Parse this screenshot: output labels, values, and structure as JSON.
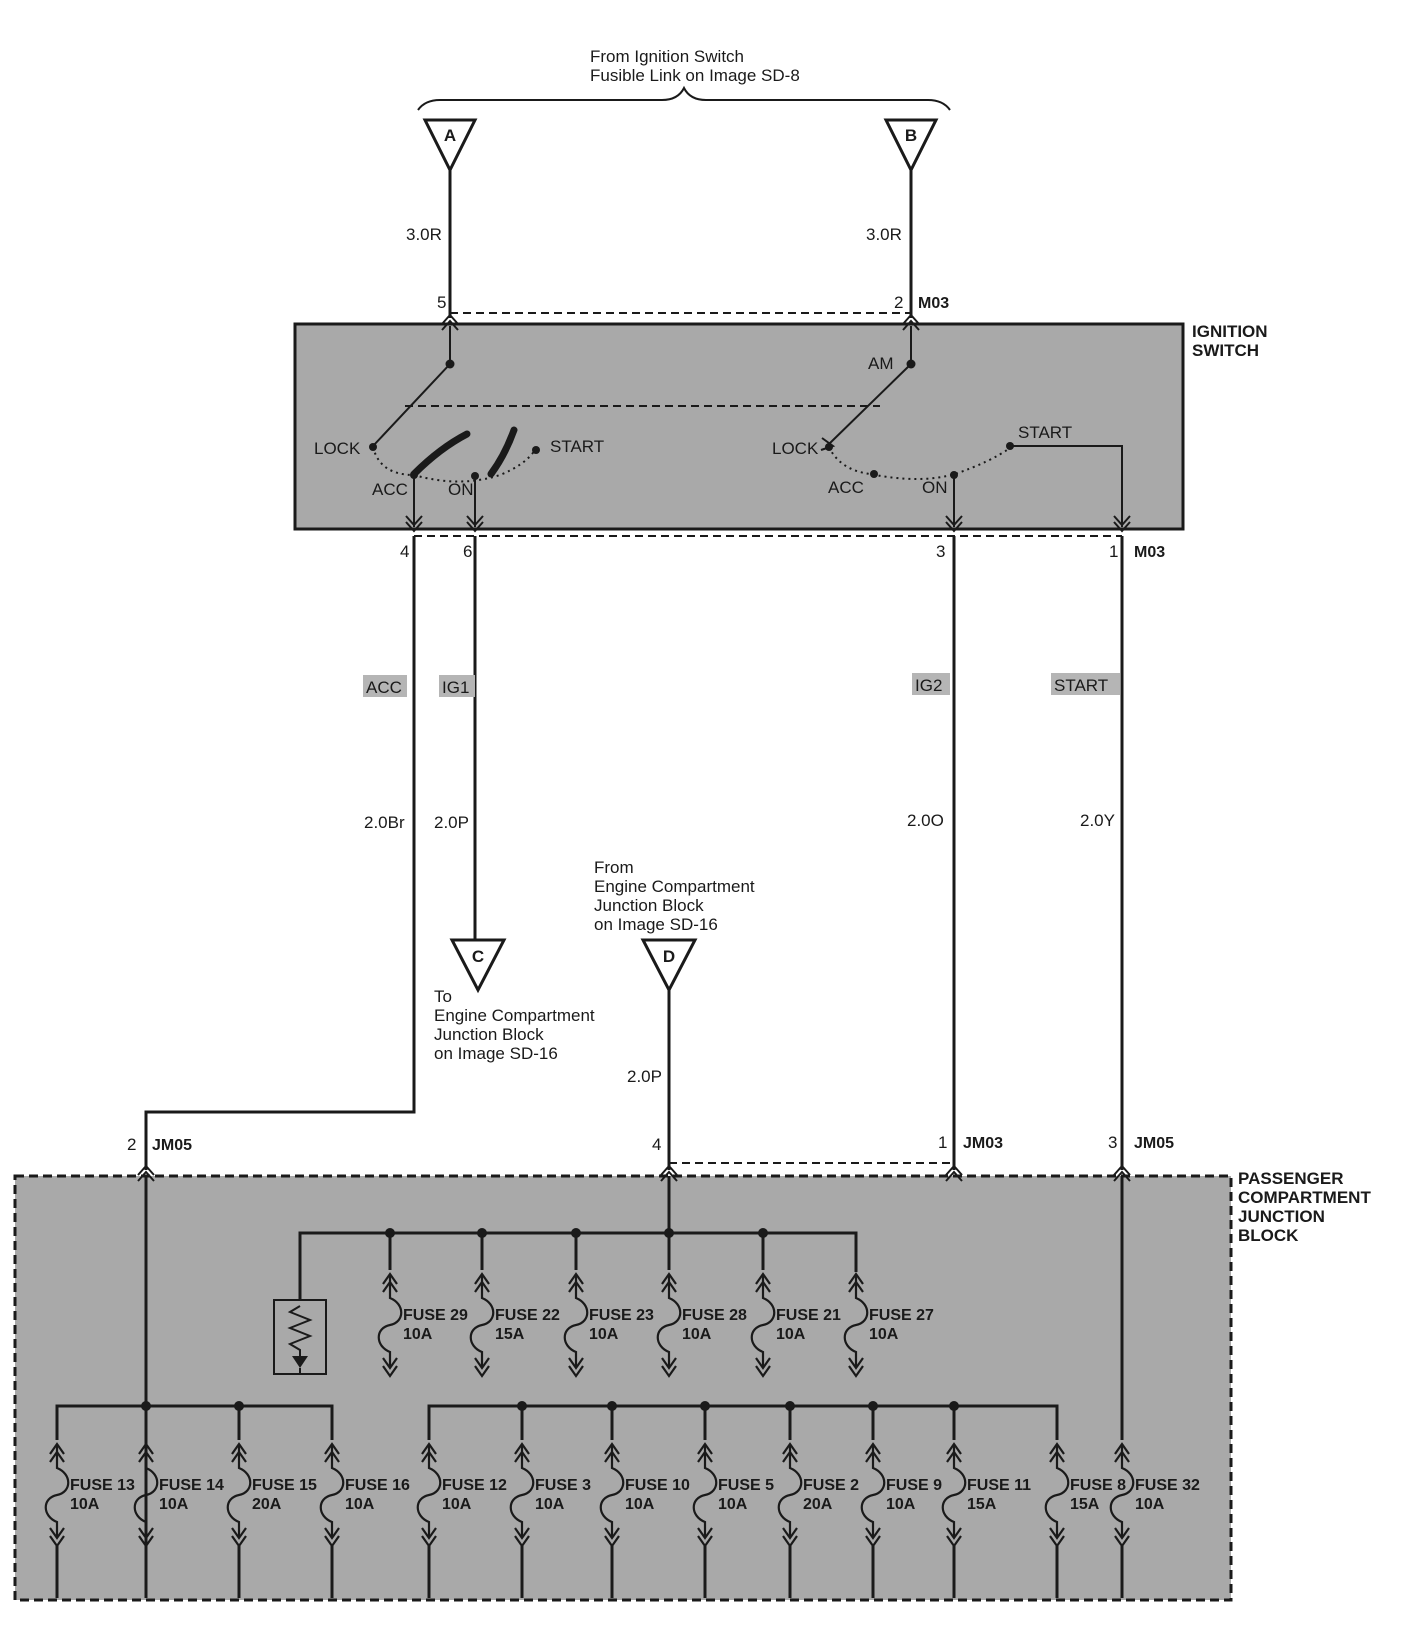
{
  "top_note": {
    "line1": "From Ignition Switch",
    "line2": "Fusible Link on Image SD-8"
  },
  "connectors": {
    "a": "A",
    "b": "B",
    "c": "C",
    "d": "D"
  },
  "wires": {
    "a_top": "3.0R",
    "b_top": "3.0R",
    "acc": "2.0Br",
    "ig1": "2.0P",
    "ig2": "2.0O",
    "start": "2.0Y",
    "d_feed": "2.0P"
  },
  "circuit_tags": {
    "acc": "ACC",
    "ig1": "IG1",
    "ig2": "IG2",
    "start": "START"
  },
  "ignition_switch": {
    "title_line1": "IGNITION",
    "title_line2": "SWITCH",
    "connector": "M03",
    "pins": {
      "p5": "5",
      "p2": "2",
      "p4": "4",
      "p6": "6",
      "p3": "3",
      "p1": "1"
    },
    "left": {
      "lock": "LOCK",
      "acc": "ACC",
      "on": "ON",
      "start": "START"
    },
    "right": {
      "am": "AM",
      "lock": "LOCK",
      "acc": "ACC",
      "on": "ON",
      "start": "START"
    }
  },
  "to_c_note": {
    "line1": "To",
    "line2": "Engine Compartment",
    "line3": "Junction Block",
    "line4": "on Image SD-16"
  },
  "from_d_note": {
    "line1": "From",
    "line2": "Engine Compartment",
    "line3": "Junction Block",
    "line4": "on Image SD-16"
  },
  "junction_block": {
    "title_line1": "PASSENGER",
    "title_line2": "COMPARTMENT",
    "title_line3": "JUNCTION",
    "title_line4": "BLOCK",
    "pins": [
      {
        "num": "2",
        "conn": "JM05"
      },
      {
        "num": "4",
        "conn": ""
      },
      {
        "num": "1",
        "conn": "JM03"
      },
      {
        "num": "3",
        "conn": "JM05"
      }
    ],
    "upper_fuses": [
      {
        "name": "FUSE 29",
        "rating": "10A"
      },
      {
        "name": "FUSE 22",
        "rating": "15A"
      },
      {
        "name": "FUSE 23",
        "rating": "10A"
      },
      {
        "name": "FUSE 28",
        "rating": "10A"
      },
      {
        "name": "FUSE 21",
        "rating": "10A"
      },
      {
        "name": "FUSE 27",
        "rating": "10A"
      }
    ],
    "lower_left_fuses": [
      {
        "name": "FUSE 13",
        "rating": "10A"
      },
      {
        "name": "FUSE 14",
        "rating": "10A"
      },
      {
        "name": "FUSE 15",
        "rating": "20A"
      },
      {
        "name": "FUSE 16",
        "rating": "10A"
      }
    ],
    "lower_mid_fuses": [
      {
        "name": "FUSE 12",
        "rating": "10A"
      },
      {
        "name": "FUSE 3",
        "rating": "10A"
      },
      {
        "name": "FUSE 10",
        "rating": "10A"
      },
      {
        "name": "FUSE 5",
        "rating": "10A"
      },
      {
        "name": "FUSE 2",
        "rating": "20A"
      },
      {
        "name": "FUSE 9",
        "rating": "10A"
      },
      {
        "name": "FUSE 11",
        "rating": "15A"
      },
      {
        "name": "FUSE 8",
        "rating": "15A"
      }
    ],
    "start_fuse": {
      "name": "FUSE 32",
      "rating": "10A"
    }
  },
  "colors": {
    "box_fill": "#a9a9a9",
    "line": "#1a1a1a",
    "tag_fill": "#b5b5b5"
  }
}
